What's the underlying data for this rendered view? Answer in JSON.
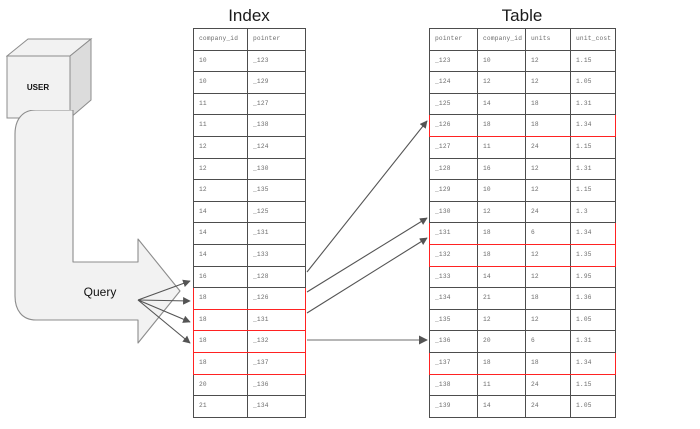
{
  "diagram": {
    "user_box": {
      "label": "USER",
      "shape": "3d-cube"
    },
    "query": {
      "label": "Query",
      "shape": "bent-block-arrow"
    }
  },
  "index": {
    "title": "Index",
    "columns": [
      "company_id",
      "pointer"
    ],
    "rows": [
      {
        "company_id": "10",
        "pointer": "_123",
        "highlight": false
      },
      {
        "company_id": "10",
        "pointer": "_129",
        "highlight": false
      },
      {
        "company_id": "11",
        "pointer": "_127",
        "highlight": false
      },
      {
        "company_id": "11",
        "pointer": "_138",
        "highlight": false
      },
      {
        "company_id": "12",
        "pointer": "_124",
        "highlight": false
      },
      {
        "company_id": "12",
        "pointer": "_130",
        "highlight": false
      },
      {
        "company_id": "12",
        "pointer": "_135",
        "highlight": false
      },
      {
        "company_id": "14",
        "pointer": "_125",
        "highlight": false
      },
      {
        "company_id": "14",
        "pointer": "_131",
        "highlight": false
      },
      {
        "company_id": "14",
        "pointer": "_133",
        "highlight": false
      },
      {
        "company_id": "16",
        "pointer": "_128",
        "highlight": false
      },
      {
        "company_id": "18",
        "pointer": "_126",
        "highlight": true
      },
      {
        "company_id": "18",
        "pointer": "_131",
        "highlight": true
      },
      {
        "company_id": "18",
        "pointer": "_132",
        "highlight": true
      },
      {
        "company_id": "18",
        "pointer": "_137",
        "highlight": true
      },
      {
        "company_id": "20",
        "pointer": "_136",
        "highlight": false
      },
      {
        "company_id": "21",
        "pointer": "_134",
        "highlight": false
      }
    ]
  },
  "table": {
    "title": "Table",
    "columns": [
      "pointer",
      "company_id",
      "units",
      "unit_cost"
    ],
    "rows": [
      {
        "pointer": "_123",
        "company_id": "10",
        "units": "12",
        "unit_cost": "1.15",
        "highlight": false
      },
      {
        "pointer": "_124",
        "company_id": "12",
        "units": "12",
        "unit_cost": "1.05",
        "highlight": false
      },
      {
        "pointer": "_125",
        "company_id": "14",
        "units": "18",
        "unit_cost": "1.31",
        "highlight": false
      },
      {
        "pointer": "_126",
        "company_id": "18",
        "units": "18",
        "unit_cost": "1.34",
        "highlight": true
      },
      {
        "pointer": "_127",
        "company_id": "11",
        "units": "24",
        "unit_cost": "1.15",
        "highlight": false
      },
      {
        "pointer": "_128",
        "company_id": "16",
        "units": "12",
        "unit_cost": "1.31",
        "highlight": false
      },
      {
        "pointer": "_129",
        "company_id": "10",
        "units": "12",
        "unit_cost": "1.15",
        "highlight": false
      },
      {
        "pointer": "_130",
        "company_id": "12",
        "units": "24",
        "unit_cost": "1.3",
        "highlight": false
      },
      {
        "pointer": "_131",
        "company_id": "18",
        "units": "6",
        "unit_cost": "1.34",
        "highlight": true
      },
      {
        "pointer": "_132",
        "company_id": "18",
        "units": "12",
        "unit_cost": "1.35",
        "highlight": true
      },
      {
        "pointer": "_133",
        "company_id": "14",
        "units": "12",
        "unit_cost": "1.95",
        "highlight": false
      },
      {
        "pointer": "_134",
        "company_id": "21",
        "units": "18",
        "unit_cost": "1.36",
        "highlight": false
      },
      {
        "pointer": "_135",
        "company_id": "12",
        "units": "12",
        "unit_cost": "1.05",
        "highlight": false
      },
      {
        "pointer": "_136",
        "company_id": "20",
        "units": "6",
        "unit_cost": "1.31",
        "highlight": false
      },
      {
        "pointer": "_137",
        "company_id": "18",
        "units": "18",
        "unit_cost": "1.34",
        "highlight": true
      },
      {
        "pointer": "_138",
        "company_id": "11",
        "units": "24",
        "unit_cost": "1.15",
        "highlight": false
      },
      {
        "pointer": "_139",
        "company_id": "14",
        "units": "24",
        "unit_cost": "1.05",
        "highlight": false
      }
    ]
  },
  "colors": {
    "highlight": "#ff2222",
    "grid_line": "#4d4d4d",
    "shape_fill": "#f2f2f2",
    "shape_stroke": "#8c8c8c",
    "arrow_stroke": "#545454",
    "text": "#6b6b6b"
  }
}
